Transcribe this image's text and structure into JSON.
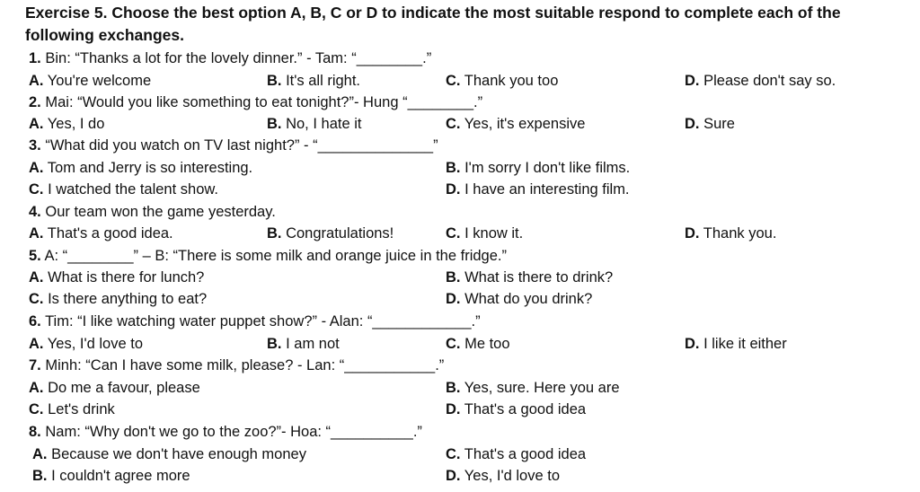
{
  "title": {
    "line1": "Exercise 5. Choose the best option A, B, C or D to indicate the most suitable respond to complete each of the",
    "line2": "following exchanges."
  },
  "questions": [
    {
      "num": "1.",
      "text": "Bin: “Thanks a lot for the lovely dinner.” - Tam: “________.”",
      "options": [
        {
          "letter": "A.",
          "text": "You're welcome"
        },
        {
          "letter": "B.",
          "text": "It's all right."
        },
        {
          "letter": "C.",
          "text": "Thank you too"
        },
        {
          "letter": "D.",
          "text": "Please don't say so."
        }
      ]
    },
    {
      "num": "2.",
      "text": "Mai: “Would you like something to eat tonight?”- Hung “________.”",
      "options": [
        {
          "letter": "A.",
          "text": "Yes, I do"
        },
        {
          "letter": "B.",
          "text": "No, I hate it"
        },
        {
          "letter": "C.",
          "text": "Yes, it's expensive"
        },
        {
          "letter": "D.",
          "text": "Sure"
        }
      ]
    },
    {
      "num": "3.",
      "text": "“What did you watch on TV last night?” - “______________”",
      "options": [
        {
          "letter": "A.",
          "text": "Tom and Jerry is so interesting."
        },
        {
          "letter": "B.",
          "text": "I'm sorry I don't like films."
        },
        {
          "letter": "C.",
          "text": "I watched the talent show."
        },
        {
          "letter": "D.",
          "text": "I have an interesting film."
        }
      ]
    },
    {
      "num": "4.",
      "text": "Our team won the game yesterday.",
      "options": [
        {
          "letter": "A.",
          "text": "That's a good idea."
        },
        {
          "letter": "B.",
          "text": "Congratulations!"
        },
        {
          "letter": "C.",
          "text": "I know it."
        },
        {
          "letter": "D.",
          "text": "Thank you."
        }
      ]
    },
    {
      "num": "5.",
      "text": "A: “________” – B: “There is some milk and orange juice in the fridge.”",
      "options": [
        {
          "letter": "A.",
          "text": "What is there for lunch?"
        },
        {
          "letter": "B.",
          "text": "What is there to drink?"
        },
        {
          "letter": "C.",
          "text": "Is there anything to eat?"
        },
        {
          "letter": "D.",
          "text": "What do you drink?"
        }
      ]
    },
    {
      "num": "6.",
      "text": "Tim: “I like watching water puppet show?” - Alan: “____________.”",
      "options": [
        {
          "letter": "A.",
          "text": "Yes, I'd love to"
        },
        {
          "letter": "B.",
          "text": "I am not"
        },
        {
          "letter": "C.",
          "text": "Me too"
        },
        {
          "letter": "D.",
          "text": "I like it either"
        }
      ]
    },
    {
      "num": "7.",
      "text": "Minh: “Can I have some milk, please? - Lan: “___________.”",
      "options": [
        {
          "letter": "A.",
          "text": "Do me a favour, please"
        },
        {
          "letter": "B.",
          "text": "Yes, sure. Here you are"
        },
        {
          "letter": "C.",
          "text": "Let's drink"
        },
        {
          "letter": "D.",
          "text": "That's a good idea"
        }
      ]
    },
    {
      "num": "8.",
      "text": "Nam: “Why don't we go to the zoo?”- Hoa: “__________.”",
      "options": [
        {
          "letter": "A.",
          "text": "Because we don't have enough money"
        },
        {
          "letter": "B.",
          "text": "I couldn't agree more"
        },
        {
          "letter": "C.",
          "text": "That's a good idea"
        },
        {
          "letter": "D.",
          "text": "Yes, I'd love to"
        }
      ]
    }
  ]
}
